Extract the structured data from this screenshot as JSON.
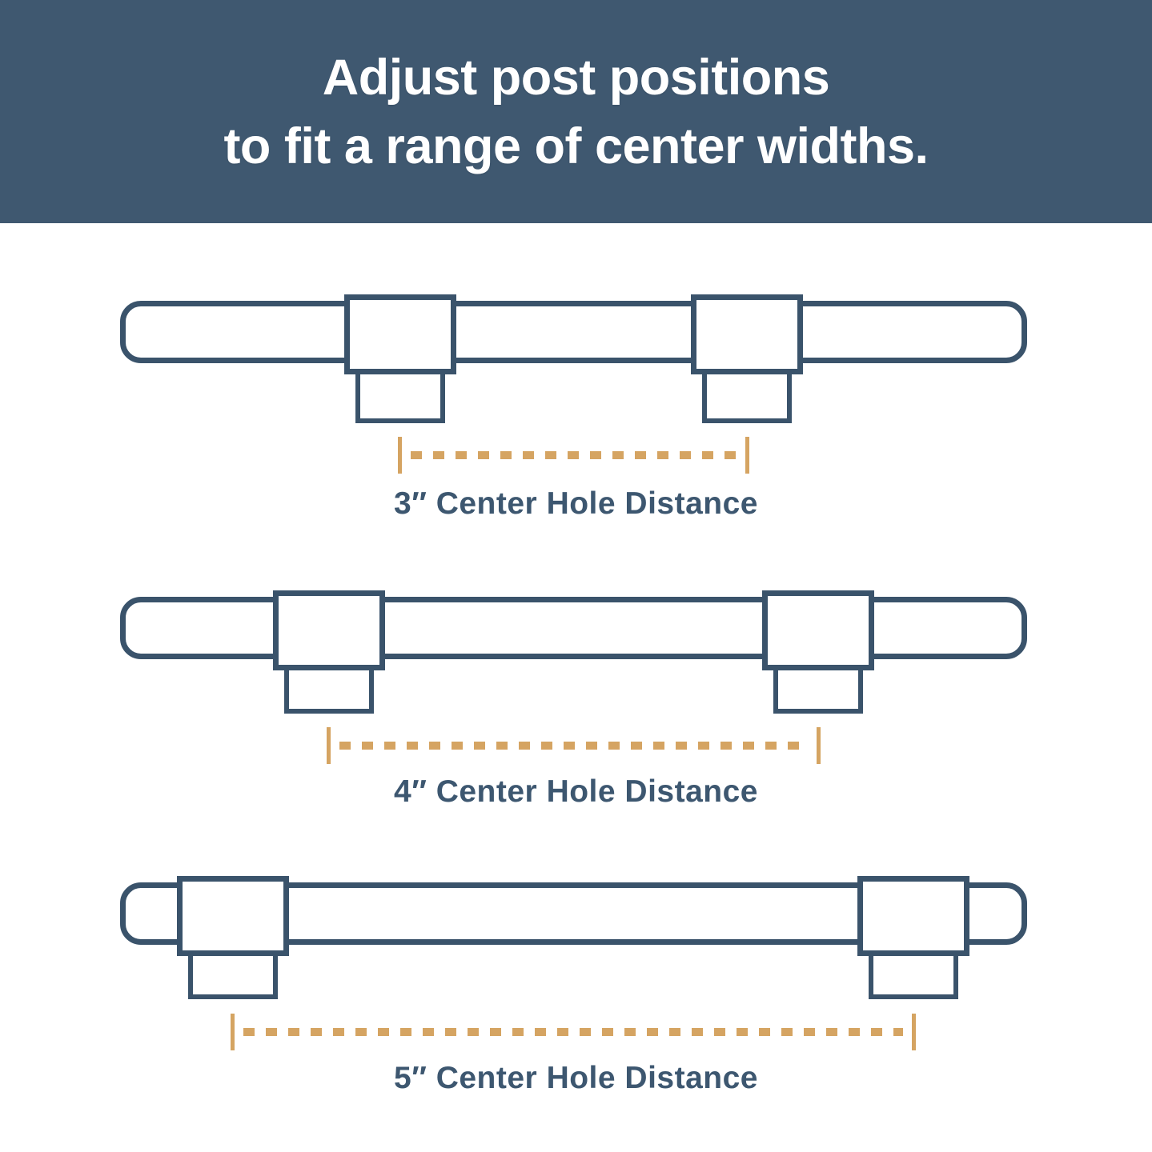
{
  "header": {
    "title_line1": "Adjust post positions",
    "title_line2": "to fit a range of center widths."
  },
  "diagrams": [
    {
      "id": "3-inch",
      "label": "3″ Center Hole Distance"
    },
    {
      "id": "4-inch",
      "label": "4″ Center Hole Distance"
    },
    {
      "id": "5-inch",
      "label": "5″ Center Hole Distance"
    }
  ],
  "colors": {
    "header_background": "#3F5870",
    "outline": "#3A536B",
    "label_text": "#3D5770",
    "measurement": "#D5A462",
    "background": "#FFFFFF",
    "title_text": "#FFFFFF"
  }
}
